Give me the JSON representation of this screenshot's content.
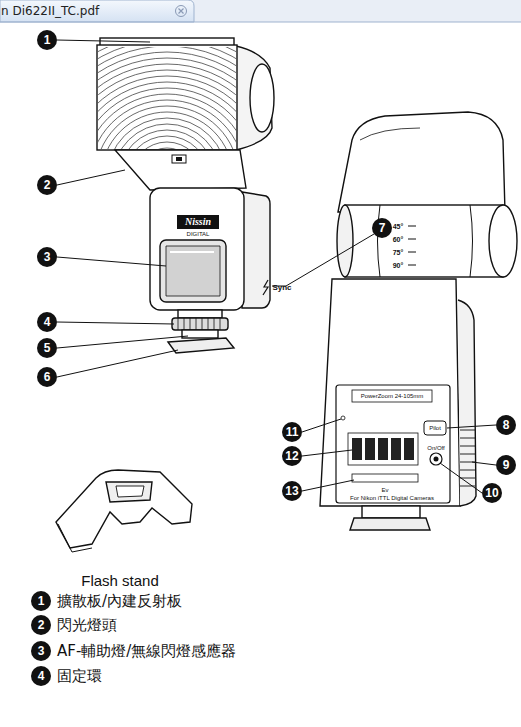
{
  "diagram": {
    "labels": [
      "n Di622II_TC.pdf",
      "1",
      "2",
      "3",
      "4",
      "5",
      "6",
      "7",
      "8",
      "9",
      "10",
      "11",
      "12",
      "13",
      "Nissin",
      "DIGITAL",
      "Sync",
      "45°",
      "60°",
      "75°",
      "90°",
      "PowerZoom 24-105mm",
      "Pilot",
      "On/Off",
      "Ev",
      "For Nikon iTTL Digital Cameras",
      "Flash stand",
      "1",
      "擴散板/內建反射板",
      "2",
      "閃光燈頭",
      "3",
      "AF-輔助燈/無線閃燈感應器",
      "4",
      "固定環"
    ]
  }
}
